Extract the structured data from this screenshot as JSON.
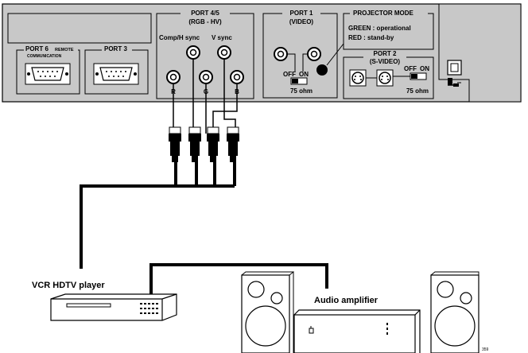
{
  "panel": {
    "port6": {
      "title": "PORT 6",
      "title_suffix": "REMOTE",
      "subtitle": "COMMUNICATION"
    },
    "port3": {
      "title": "PORT 3"
    },
    "port45": {
      "title_line1": "PORT 4/5",
      "title_line2": "(RGB - HV)",
      "label_comp": "Comp/H sync",
      "label_vsync": "V sync",
      "label_r": "R",
      "label_g": "G",
      "label_b": "B"
    },
    "port1": {
      "title_line1": "PORT 1",
      "title_line2": "(VIDEO)",
      "switch_off": "OFF",
      "switch_on": "ON",
      "impedance": "75 ohm"
    },
    "projector_mode": {
      "title": "PROJECTOR MODE",
      "line1": "GREEN : operational",
      "line2": "RED : stand-by"
    },
    "port2": {
      "title_line1": "PORT 2",
      "title_line2": "(S-VIDEO)",
      "switch_off": "OFF",
      "switch_on": "ON",
      "impedance": "75 ohm"
    }
  },
  "devices": {
    "vcr_label": "VCR HDTV player",
    "amp_label": "Audio amplifier"
  },
  "figure_number": "359",
  "colors": {
    "panel": "#c8c8c8",
    "outline": "#000000",
    "background": "#ffffff"
  }
}
